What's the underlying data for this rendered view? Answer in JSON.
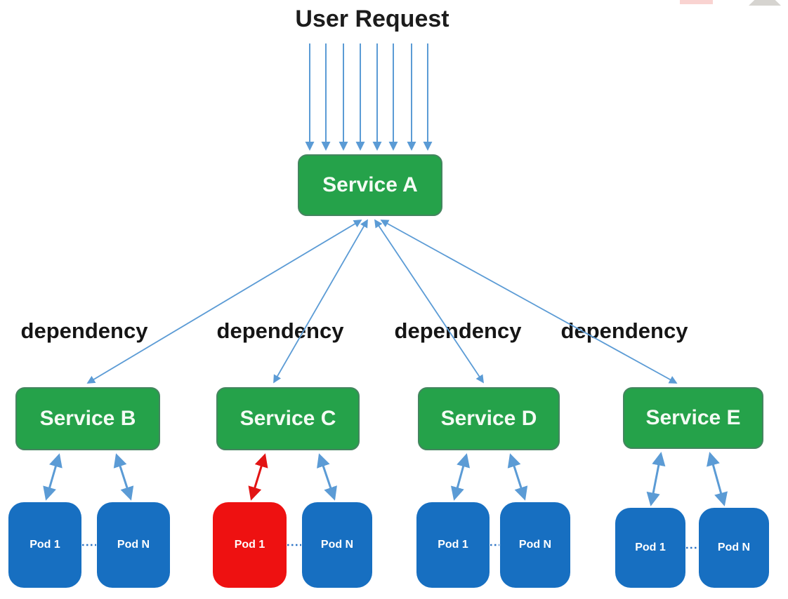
{
  "diagram": {
    "user_request_label": "User Request",
    "request_arrow_count": 8,
    "dependency_label": "dependency",
    "root_service": {
      "label": "Service A"
    },
    "services": [
      {
        "label": "Service B",
        "pods": [
          {
            "label": "Pod 1",
            "status": "normal"
          },
          {
            "label": "Pod N",
            "status": "normal"
          }
        ]
      },
      {
        "label": "Service C",
        "pods": [
          {
            "label": "Pod 1",
            "status": "failing"
          },
          {
            "label": "Pod N",
            "status": "normal"
          }
        ]
      },
      {
        "label": "Service D",
        "pods": [
          {
            "label": "Pod 1",
            "status": "normal"
          },
          {
            "label": "Pod N",
            "status": "normal"
          }
        ]
      },
      {
        "label": "Service E",
        "pods": [
          {
            "label": "Pod 1",
            "status": "normal"
          },
          {
            "label": "Pod N",
            "status": "normal"
          }
        ]
      }
    ],
    "colors": {
      "service_green": "#25a24a",
      "pod_blue": "#176fc1",
      "pod_error_red": "#ee1111",
      "arrow_blue": "#5b9bd5",
      "arrow_red": "#e21414",
      "dotted_blue": "#2e74c5",
      "label_black": "#151515"
    }
  }
}
